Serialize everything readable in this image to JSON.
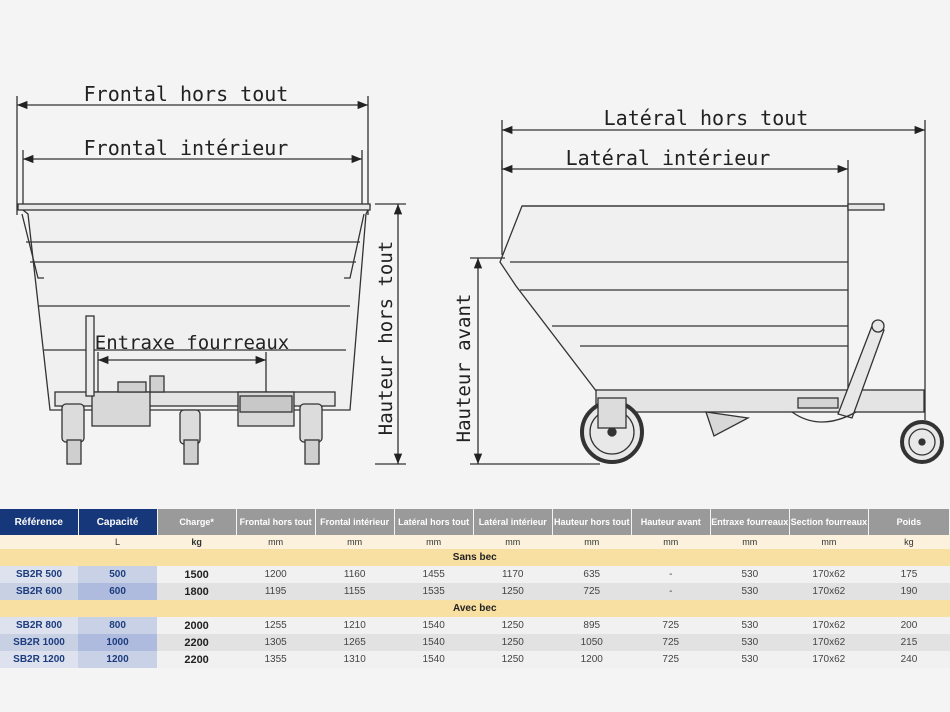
{
  "drawing": {
    "front_labels": {
      "overall": "Frontal hors tout",
      "inner": "Frontal intérieur",
      "spacing": "Entraxe fourreaux",
      "height": "Hauteur hors tout"
    },
    "side_labels": {
      "overall": "Latéral hors tout",
      "inner": "Latéral intérieur",
      "front_height": "Hauteur avant"
    }
  },
  "table": {
    "headers": [
      "Référence",
      "Capacité",
      "Charge*",
      "Frontal hors tout",
      "Frontal intérieur",
      "Latéral hors tout",
      "Latéral intérieur",
      "Hauteur hors tout",
      "Hauteur avant",
      "Entraxe fourreaux",
      "Section fourreaux",
      "Poids"
    ],
    "units": [
      "",
      "L",
      "kg",
      "mm",
      "mm",
      "mm",
      "mm",
      "mm",
      "mm",
      "mm",
      "mm",
      "kg"
    ],
    "groups": [
      {
        "title": "Sans bec",
        "rows": [
          [
            "SB2R 500",
            "500",
            "1500",
            "1200",
            "1160",
            "1455",
            "1170",
            "635",
            "-",
            "530",
            "170x62",
            "175"
          ],
          [
            "SB2R 600",
            "600",
            "1800",
            "1195",
            "1155",
            "1535",
            "1250",
            "725",
            "-",
            "530",
            "170x62",
            "190"
          ]
        ]
      },
      {
        "title": "Avec bec",
        "rows": [
          [
            "SB2R 800",
            "800",
            "2000",
            "1255",
            "1210",
            "1540",
            "1250",
            "895",
            "725",
            "530",
            "170x62",
            "200"
          ],
          [
            "SB2R 1000",
            "1000",
            "2200",
            "1305",
            "1265",
            "1540",
            "1250",
            "1050",
            "725",
            "530",
            "170x62",
            "215"
          ],
          [
            "SB2R 1200",
            "1200",
            "2200",
            "1355",
            "1310",
            "1540",
            "1250",
            "1200",
            "725",
            "530",
            "170x62",
            "240"
          ]
        ]
      }
    ]
  }
}
